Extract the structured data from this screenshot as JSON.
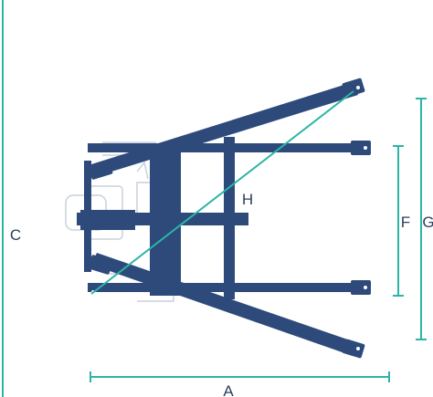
{
  "colors": {
    "frame": "#2d4a7a",
    "frame_light": "#c9d1dc",
    "dimension": "#2cb5a5",
    "label": "#2f3e5c"
  },
  "labels": {
    "a": "A",
    "c": "C",
    "f": "F",
    "g": "G",
    "h": "H"
  }
}
